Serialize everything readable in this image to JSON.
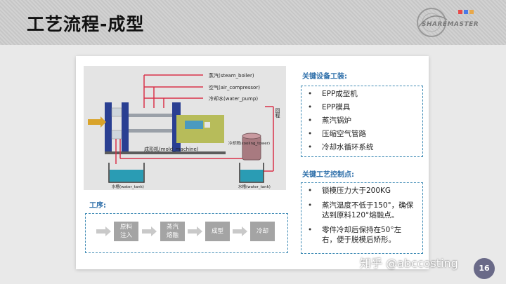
{
  "header": {
    "title": "工艺流程-成型",
    "logo_text": "SHAREMASTER"
  },
  "diagram": {
    "legend": [
      "蒸汽(steam_boiler)",
      "空气(air_compressor)",
      "冷却水(water_pump)"
    ],
    "return_label": "回程",
    "machine_label": "成形机(mold_machine)",
    "tower_label": "冷却塔(cooling_tower)",
    "tank_left_label": "水槽(water_tank)",
    "tank_right_label": "水槽(water_tank)"
  },
  "process": {
    "heading": "工序:",
    "steps": [
      "原料注入",
      "蒸汽熔融",
      "成型",
      "冷却"
    ]
  },
  "equipment": {
    "heading": "关键设备工装:",
    "items": [
      "EPP成型机",
      "EPP模具",
      "蒸汽锅炉",
      "压缩空气管路",
      "冷却水循环系统"
    ]
  },
  "control": {
    "heading": "关键工艺控制点:",
    "items": [
      "锁模压力大于200KG",
      "蒸汽温度不低于150°，确保达到原料120°熔融点。",
      "零件冷却后保持在50°左右，便于脱模后矫形。"
    ]
  },
  "watermark": "知乎 @abccosting",
  "page_number": "16",
  "colors": {
    "pipe_red": "#d9324a",
    "accent_blue": "#2e6faa",
    "dashed_border": "#3f8bb5"
  }
}
